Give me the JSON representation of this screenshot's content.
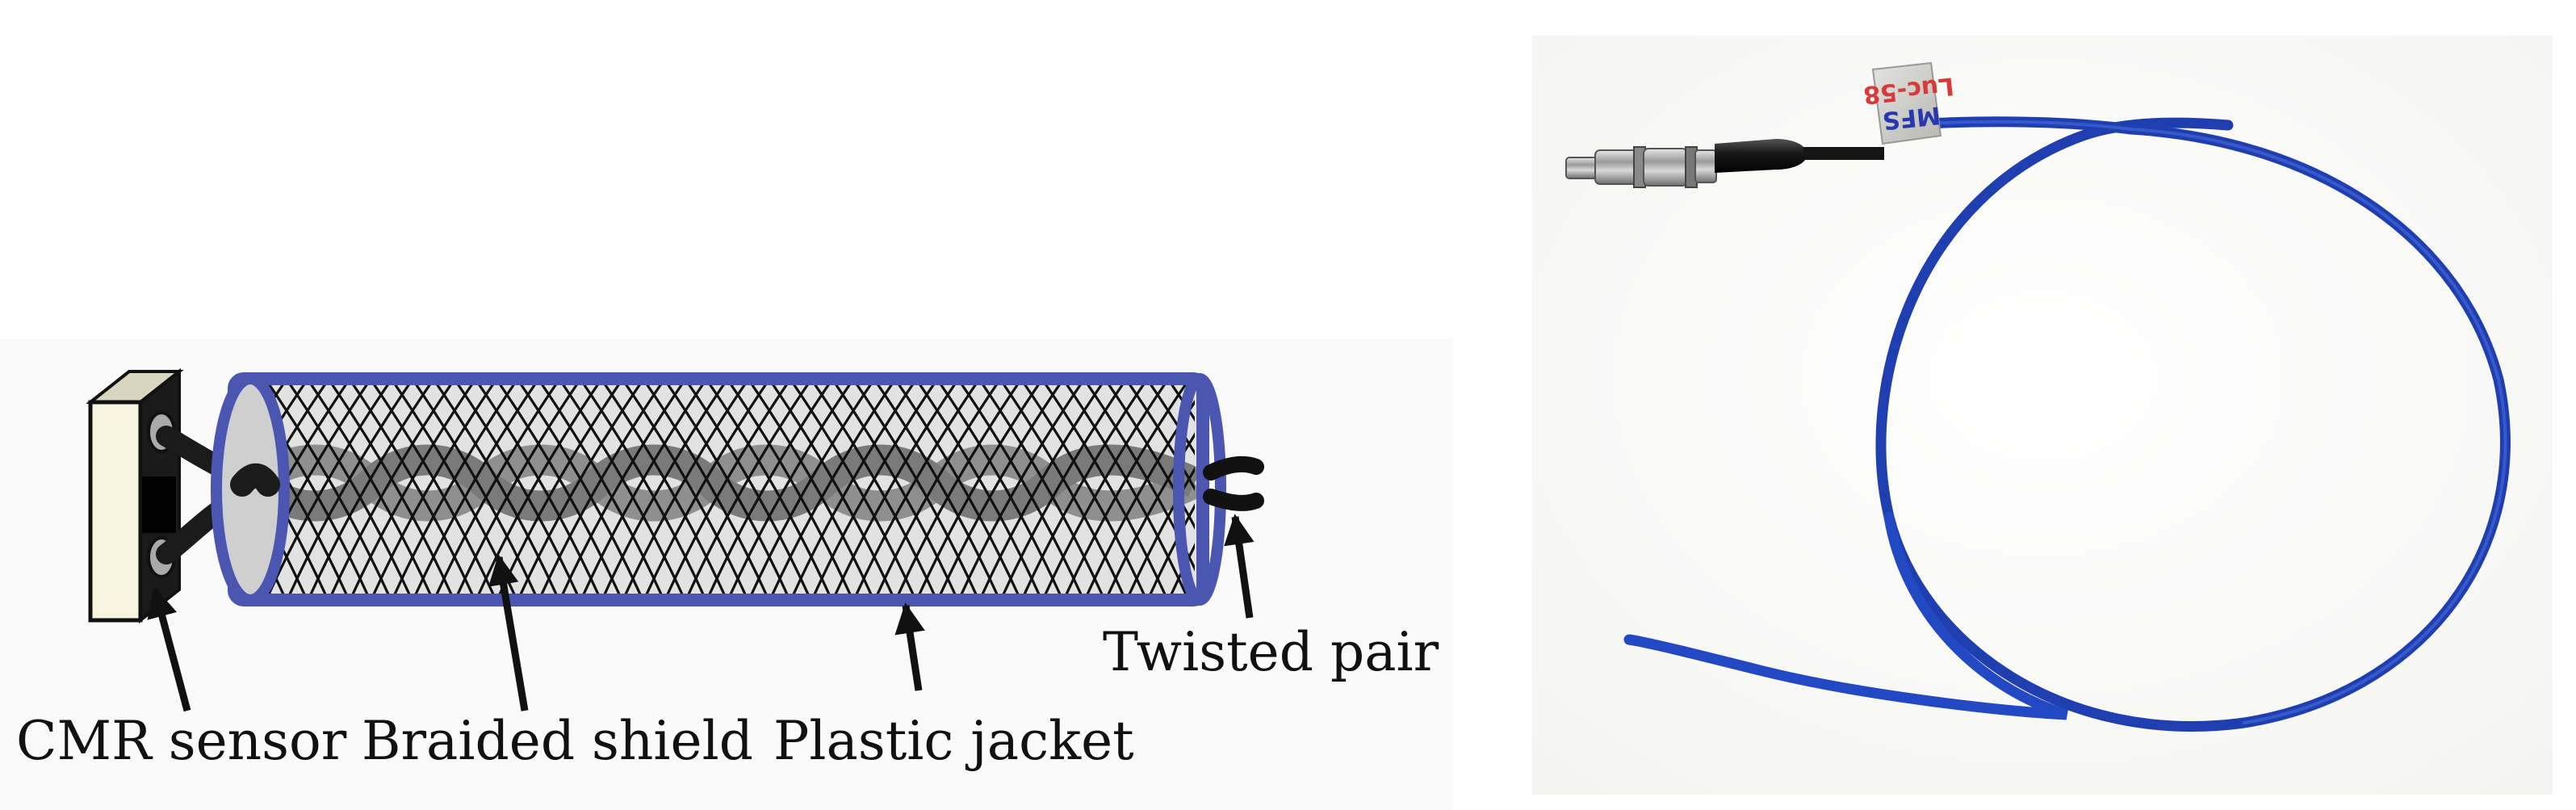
{
  "diagram": {
    "labels": {
      "cmr_sensor": "CMR sensor",
      "braided_shield": "Braided shield",
      "plastic_jacket": "Plastic jacket",
      "twisted_pair": "Twisted pair"
    }
  },
  "photo": {
    "connector_tag": {
      "line1": "MFS",
      "line2": "Luc-58"
    }
  },
  "colors": {
    "jacket_blue": "#4a56b0",
    "cable_blue": "#2d4fcc",
    "sensor_cream": "#f7f4df",
    "tag_blue": "#2838b0",
    "tag_red": "#d83a3a"
  }
}
